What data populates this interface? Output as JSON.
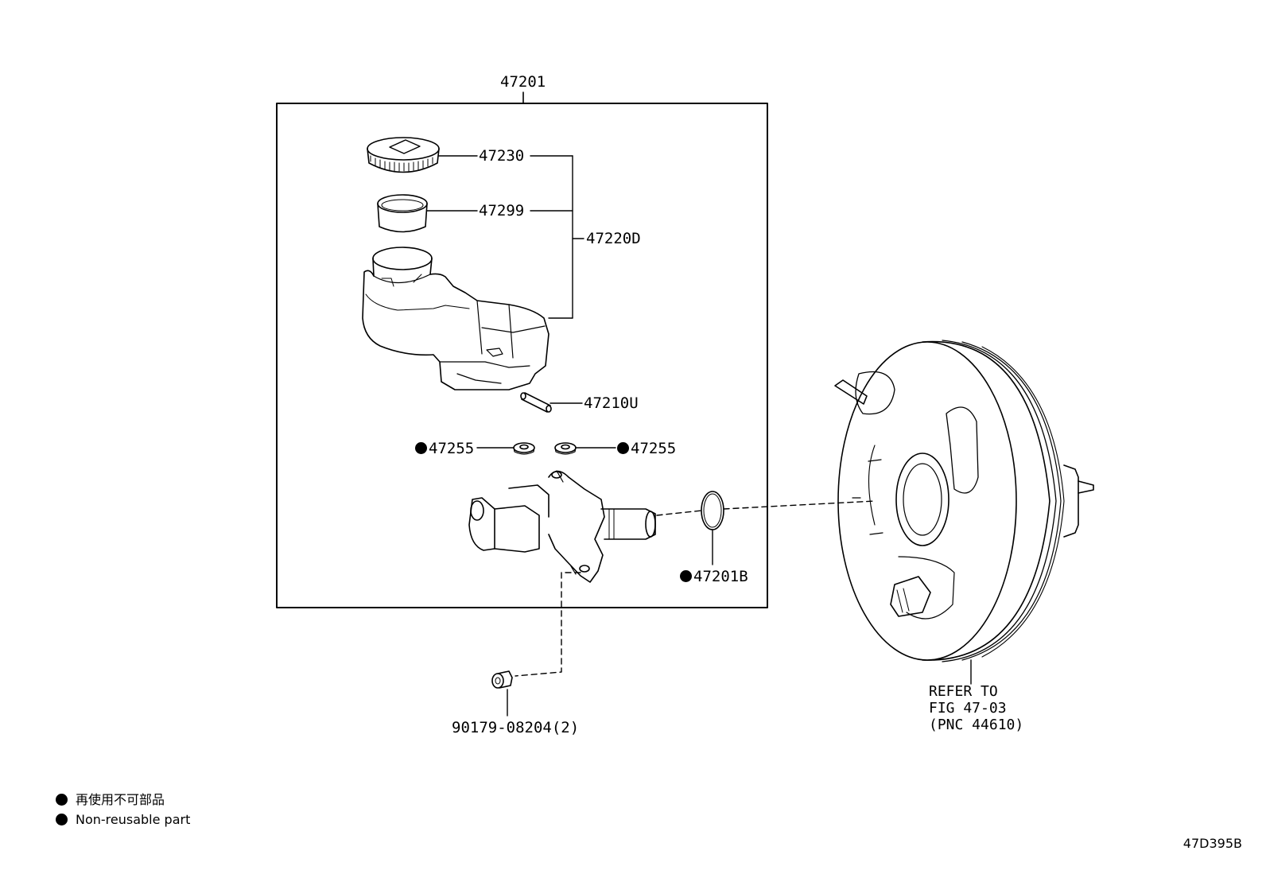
{
  "diagram": {
    "assembly": "47201",
    "parts": {
      "cap": "47230",
      "strainer": "47299",
      "reservoir_sub_assy": "47220D",
      "pin": "47210U",
      "grommet_left": "47255",
      "grommet_right": "47255",
      "o_ring": "47201B",
      "nut": "90179-08204(2)"
    },
    "refer": {
      "line1": "REFER TO",
      "line2": "FIG 47-03",
      "line3": "(PNC 44610)"
    }
  },
  "legend": {
    "japanese": "再使用不可部品",
    "english": "Non-reusable part"
  },
  "drawing_code": "47D395B",
  "colors": {
    "ink": "#000000",
    "paper": "#ffffff"
  }
}
